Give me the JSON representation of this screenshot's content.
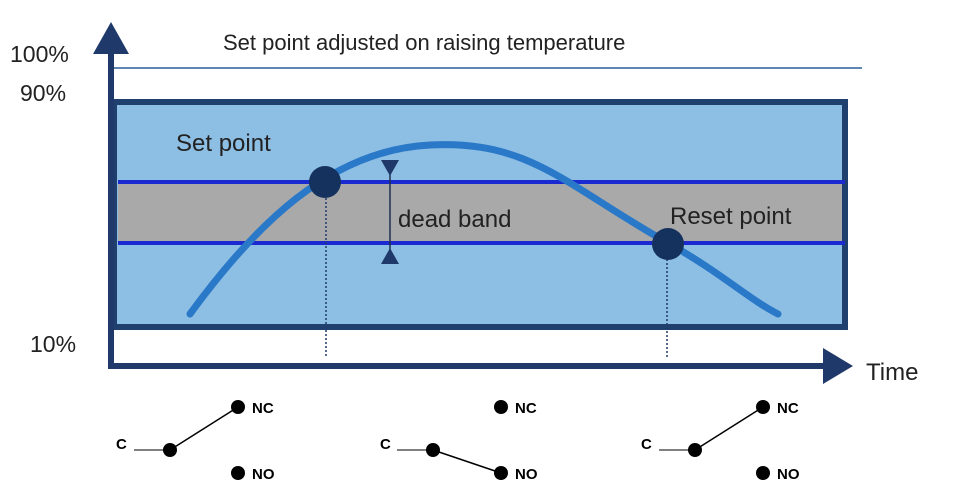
{
  "diagram": {
    "title": "Set point adjusted on raising temperature",
    "y_ticks": [
      "100%",
      "90%",
      "10%"
    ],
    "x_axis_label": "Time",
    "set_point_label": "Set point",
    "dead_band_label": "dead band",
    "reset_point_label": "Reset point"
  },
  "switches": [
    {
      "common": "C",
      "nc": "NC",
      "no": "NO",
      "state": "NC"
    },
    {
      "common": "C",
      "nc": "NC",
      "no": "NO",
      "state": "NO"
    },
    {
      "common": "C",
      "nc": "NC",
      "no": "NO",
      "state": "NC"
    }
  ],
  "colors": {
    "band_fill": "#8dbee3",
    "dead_band_fill": "#a9a9a9",
    "border": "#1f3f6e",
    "curve": "#2a78c8",
    "setpoint_line": "#1a2ad0",
    "axis": "#1f3a6a",
    "dot": "#15325e"
  }
}
